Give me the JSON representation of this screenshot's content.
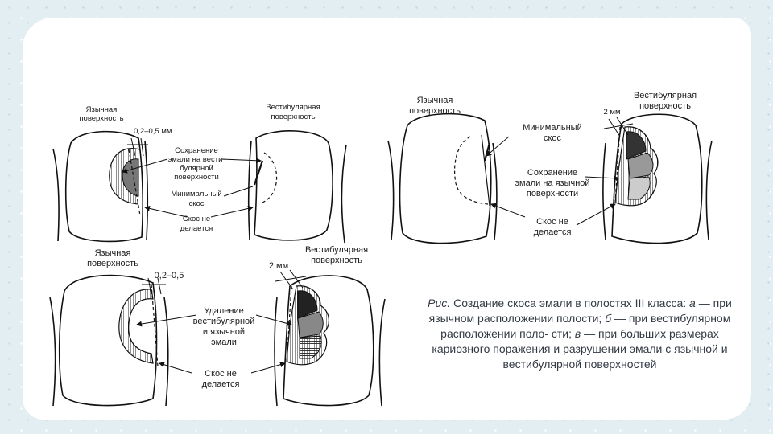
{
  "panel_a": {
    "lingual_label": [
      "Язычная",
      "поверхность"
    ],
    "vestibular_label": [
      "Вестибулярная",
      "поверхность"
    ],
    "measure": "0,2–0,5 мм",
    "enamel_keep": [
      "Сохранение",
      "эмали на вести-",
      "булярной",
      "поверхности"
    ],
    "min_bevel": [
      "Минимальный",
      "скос"
    ],
    "no_bevel": [
      "Скос не",
      "делается"
    ]
  },
  "panel_b": {
    "lingual_label": [
      "Язычная",
      "поверхность"
    ],
    "vestibular_label": [
      "Вестибулярная",
      "поверхность"
    ],
    "measure": "2 мм",
    "min_bevel": [
      "Минимальный",
      "скос"
    ],
    "enamel_keep": [
      "Сохранение",
      "эмали на язычной",
      "поверхности"
    ],
    "no_bevel": [
      "Скос не",
      "делается"
    ]
  },
  "panel_c": {
    "lingual_label": [
      "Язычная",
      "поверхность"
    ],
    "vestibular_label": [
      "Вестибулярная",
      "поверхность"
    ],
    "measure_left": "0,2–0,5",
    "measure_right": "2 мм",
    "removal": [
      "Удаление",
      "вестибулярной",
      "и язычной",
      "эмали"
    ],
    "no_bevel": [
      "Скос не",
      "делается"
    ]
  },
  "caption": {
    "prefix": "Рис.",
    "text": "Создание скоса эмали в полостях III класса:",
    "a_letter": "а",
    "a_text": "— при язычном расположении полости;",
    "b_letter": "б",
    "b_text": "— при вестибулярном расположении поло- сти;",
    "c_letter": "в",
    "c_text": "— при больших размерах кариозного поражения и разрушении эмали с язычной и вестибулярной поверхностей"
  }
}
